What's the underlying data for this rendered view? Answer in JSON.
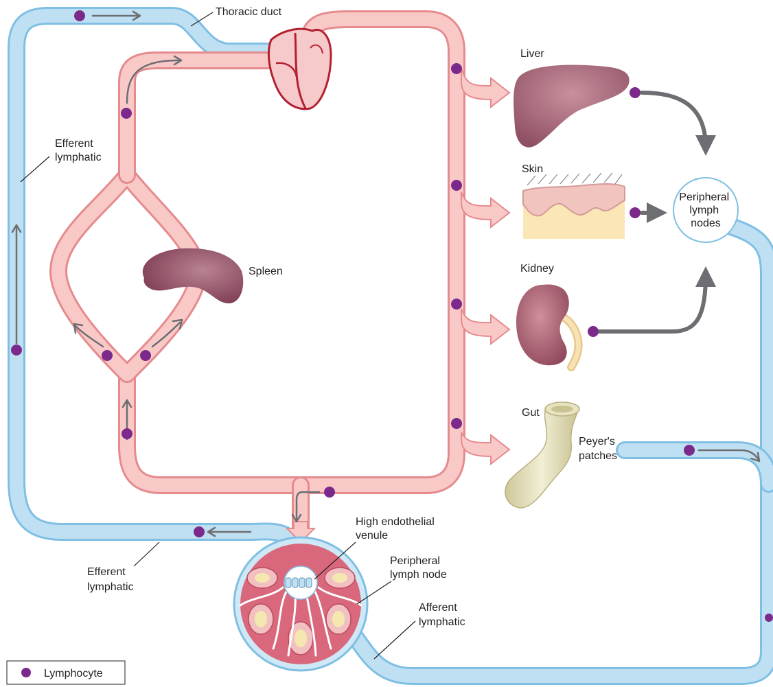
{
  "labels": {
    "thoracic_duct": "Thoracic duct",
    "efferent_lymphatic_top": [
      "Efferent",
      "lymphatic"
    ],
    "spleen": "Spleen",
    "liver": "Liver",
    "skin": "Skin",
    "kidney": "Kidney",
    "gut": "Gut",
    "peyers_patches": [
      "Peyer's",
      "patches"
    ],
    "peripheral_lymph_nodes": [
      "Peripheral",
      "lymph",
      "nodes"
    ],
    "high_endothelial_venule": [
      "High endothelial",
      "venule"
    ],
    "peripheral_lymph_node": [
      "Peripheral",
      "lymph node"
    ],
    "afferent_lymphatic": [
      "Afferent",
      "lymphatic"
    ],
    "efferent_lymphatic_bottom": [
      "Efferent",
      "lymphatic"
    ]
  },
  "legend": {
    "label": "Lymphocyte"
  },
  "colors": {
    "blood_vessel_fill": "#f9c9c8",
    "blood_vessel_edge": "#e58a8d",
    "lymph_vessel_fill": "#bfe0f3",
    "lymph_vessel_edge": "#7fbfe3",
    "lymphocyte": "#7b2a8c",
    "arrow_gray": "#6d6e71",
    "organ_liver": "#a86a78",
    "organ_spleen": "#8e4a5f",
    "organ_kidney": "#a85a6a",
    "gut": "#e8e3c0",
    "heart": "#f6c9cb",
    "heart_edge": "#b3202f"
  },
  "icons": [
    "heart-icon",
    "spleen-icon",
    "liver-icon",
    "skin-icon",
    "kidney-icon",
    "gut-icon",
    "lymph-node-icon",
    "lymphocyte-dot-icon"
  ]
}
